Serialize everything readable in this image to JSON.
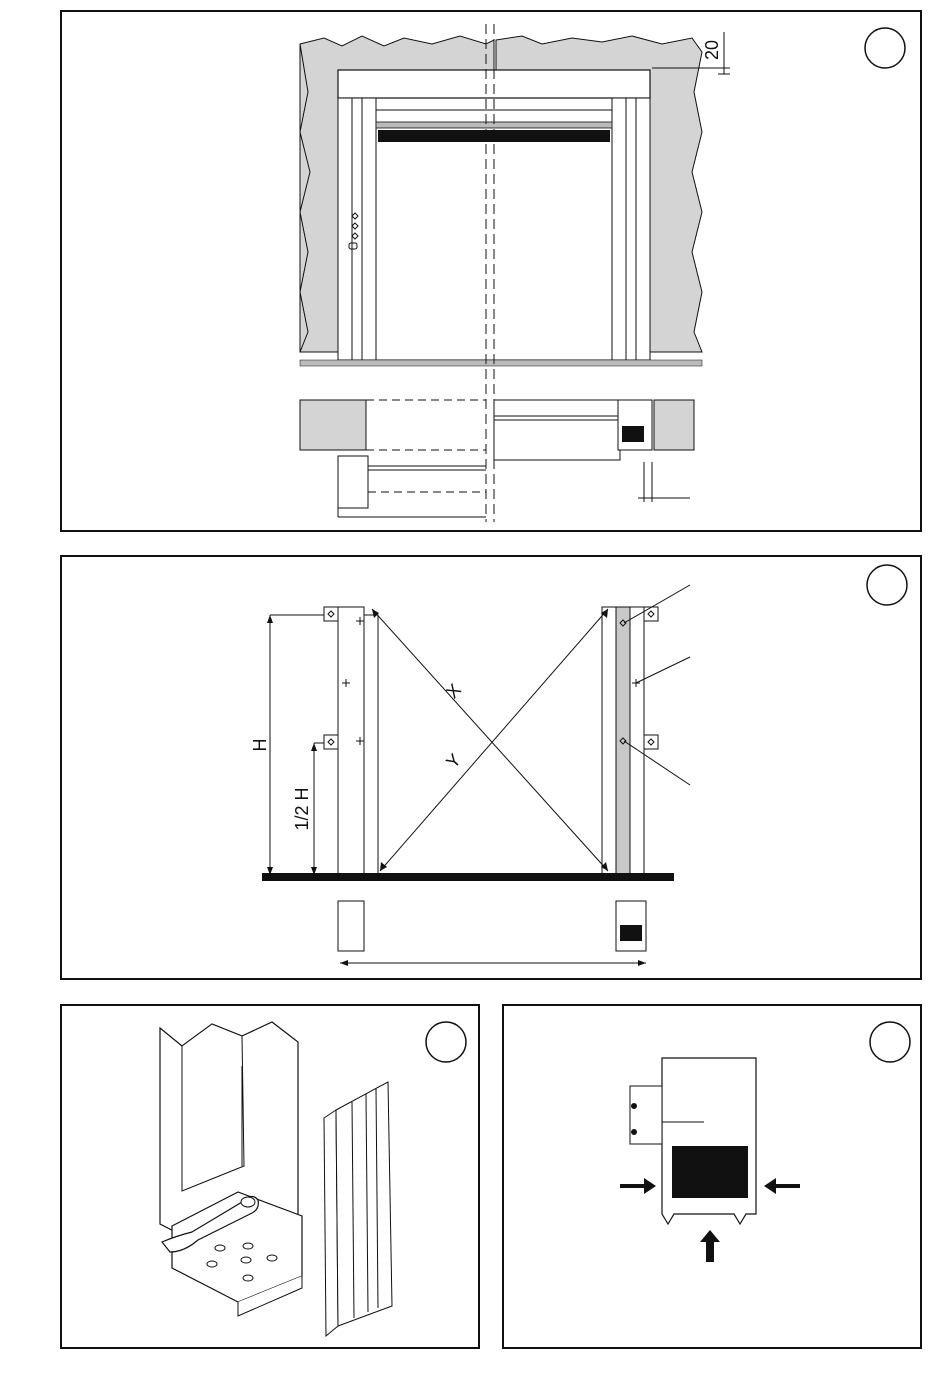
{
  "panels": [
    {
      "id": "front-elevation-and-plan",
      "callout": ""
    },
    {
      "id": "frame-alignment",
      "callout": ""
    },
    {
      "id": "bracket-assembly",
      "callout": ""
    },
    {
      "id": "frame-profile-detail",
      "callout": ""
    }
  ],
  "labels": {
    "top_clearance": "20",
    "height": "H",
    "half_height": "1/2 H",
    "diagonal_x": "X",
    "diagonal_y": "Y"
  },
  "colors": {
    "wall": "#d4d4d4",
    "line": "#111111",
    "fill_dark": "#111111",
    "background": "#ffffff"
  },
  "icons": [
    "arrow-right-icon",
    "arrow-left-icon",
    "arrow-up-icon",
    "diamond-marker-icon",
    "cross-marker-icon"
  ]
}
